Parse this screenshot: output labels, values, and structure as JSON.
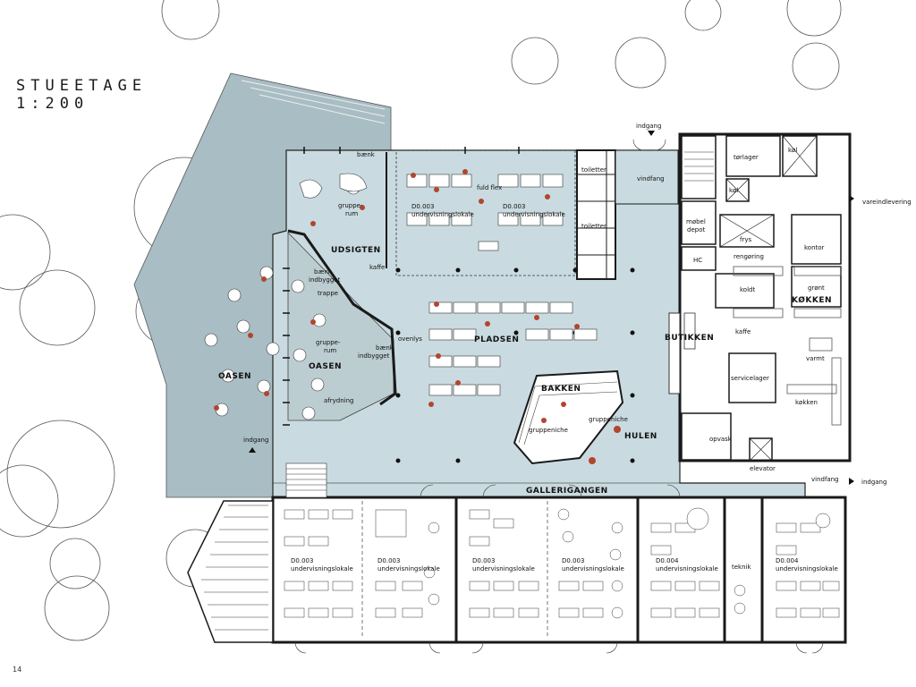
{
  "title": {
    "line1": "STUEETAGE",
    "line2": "1:200"
  },
  "page_number": "14",
  "labels": {
    "oasen": "OASEN",
    "oasen_inner": "OASEN",
    "udsigten": "UDSIGTEN",
    "pladsen": "PLADSEN",
    "bakken": "BAKKEN",
    "hulen": "HULEN",
    "butikken": "BUTIKKEN",
    "koekken_big": "KØKKEN",
    "gallerigangen": "GALLERIGANGEN",
    "gruppe_rum_1a": "gruppe-",
    "gruppe_rum_1b": "rum",
    "gruppe_rum_2a": "gruppe-",
    "gruppe_rum_2b": "rum",
    "gruppeniche_1": "gruppeniche",
    "gruppeniche_2": "gruppeniche",
    "baenk": "bænk",
    "baenk_indbygget_1a": "bænk",
    "baenk_indbygget_1b": "indbygget",
    "baenk_indbygget_2a": "bænk",
    "baenk_indbygget_2b": "indbygget",
    "trappe": "trappe",
    "kaffe_1": "kaffe",
    "kaffe_2": "kaffe",
    "ovenlys": "ovenlys",
    "afrydning": "afrydning",
    "indgang_left": "indgang",
    "indgang_top": "indgang",
    "indgang_right": "indgang",
    "fuld_flex": "fuld flex",
    "d003_top1a": "D0.003",
    "d003_top1b": "undervisningslokale",
    "d003_top2a": "D0.003",
    "d003_top2b": "undervisningslokale",
    "toiletter_1": "toiletter",
    "toiletter_2": "toiletter",
    "vindfang_1": "vindfang",
    "vindfang_2": "vindfang",
    "moebel_a": "møbel",
    "moebel_b": "depot",
    "hc": "HC",
    "toerlager": "tørlager",
    "koel_1": "køl",
    "koel_2": "køl",
    "frys": "frys",
    "rengoering": "rengøring",
    "kontor": "kontor",
    "koldt": "koldt",
    "groent": "grønt",
    "varmt": "varmt",
    "servicelager": "servicelager",
    "koekken_small": "køkken",
    "opvask": "opvask",
    "elevator": "elevator",
    "vareindlevering": "vareindlevering",
    "teknik": "teknik",
    "b1a": "D0.003",
    "b1b": "undervisningslokale",
    "b2a": "D0.003",
    "b2b": "undervisningslokale",
    "b3a": "D0.003",
    "b3b": "undervisningslokale",
    "b4a": "D0.003",
    "b4b": "undervisningslokale",
    "b5a": "D0.004",
    "b5b": "undervisningslokale",
    "b6a": "D0.004",
    "b6b": "undervisningslokale"
  },
  "colors": {
    "floor": "#c9dbe0",
    "oasis": "#a9bdc4",
    "wall": "#1a1a1a",
    "accent_dot": "#b2452e",
    "line": "#333333"
  }
}
